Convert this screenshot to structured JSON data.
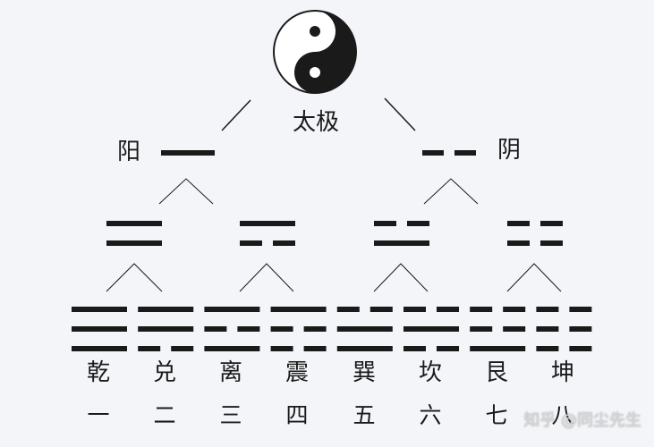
{
  "top": {
    "label": "太极",
    "symbol": "yin-yang"
  },
  "level1": [
    {
      "name": "阳",
      "lines": [
        "yang"
      ]
    },
    {
      "name": "阴",
      "lines": [
        "yin"
      ]
    }
  ],
  "level2": [
    {
      "lines": [
        "yang",
        "yang"
      ]
    },
    {
      "lines": [
        "yin",
        "yang"
      ]
    },
    {
      "lines": [
        "yang",
        "yin"
      ]
    },
    {
      "lines": [
        "yin",
        "yin"
      ]
    }
  ],
  "trigrams": [
    {
      "name": "乾",
      "number": "一",
      "lines": [
        "yang",
        "yang",
        "yang"
      ]
    },
    {
      "name": "兑",
      "number": "二",
      "lines": [
        "yin",
        "yang",
        "yang"
      ]
    },
    {
      "name": "离",
      "number": "三",
      "lines": [
        "yang",
        "yin",
        "yang"
      ]
    },
    {
      "name": "震",
      "number": "四",
      "lines": [
        "yin",
        "yin",
        "yang"
      ]
    },
    {
      "name": "巽",
      "number": "五",
      "lines": [
        "yang",
        "yang",
        "yin"
      ]
    },
    {
      "name": "坎",
      "number": "六",
      "lines": [
        "yin",
        "yang",
        "yin"
      ]
    },
    {
      "name": "艮",
      "number": "七",
      "lines": [
        "yang",
        "yin",
        "yin"
      ]
    },
    {
      "name": "坤",
      "number": "八",
      "lines": [
        "yin",
        "yin",
        "yin"
      ]
    }
  ],
  "watermark": "知乎 @同尘先生",
  "colors": {
    "background": "#f4f5f9",
    "ink": "#1a1a1a"
  }
}
